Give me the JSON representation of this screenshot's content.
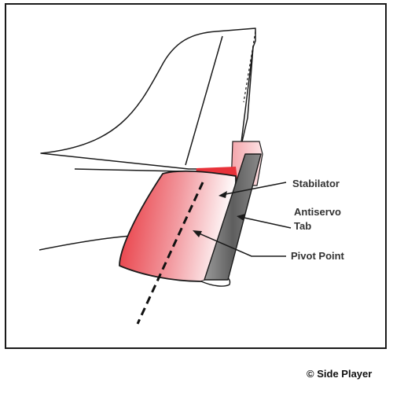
{
  "diagram": {
    "labels": {
      "stabilator": "Stabilator",
      "antiservo_line1": "Antiservo",
      "antiservo_line2": "Tab",
      "pivot_point": "Pivot Point"
    },
    "colors": {
      "stabilator_red": "#e8323a",
      "tab_gray": "#5e5e5e",
      "outline": "#1a1a1a"
    }
  },
  "credit": {
    "symbol": "©",
    "text": "Side Player"
  }
}
